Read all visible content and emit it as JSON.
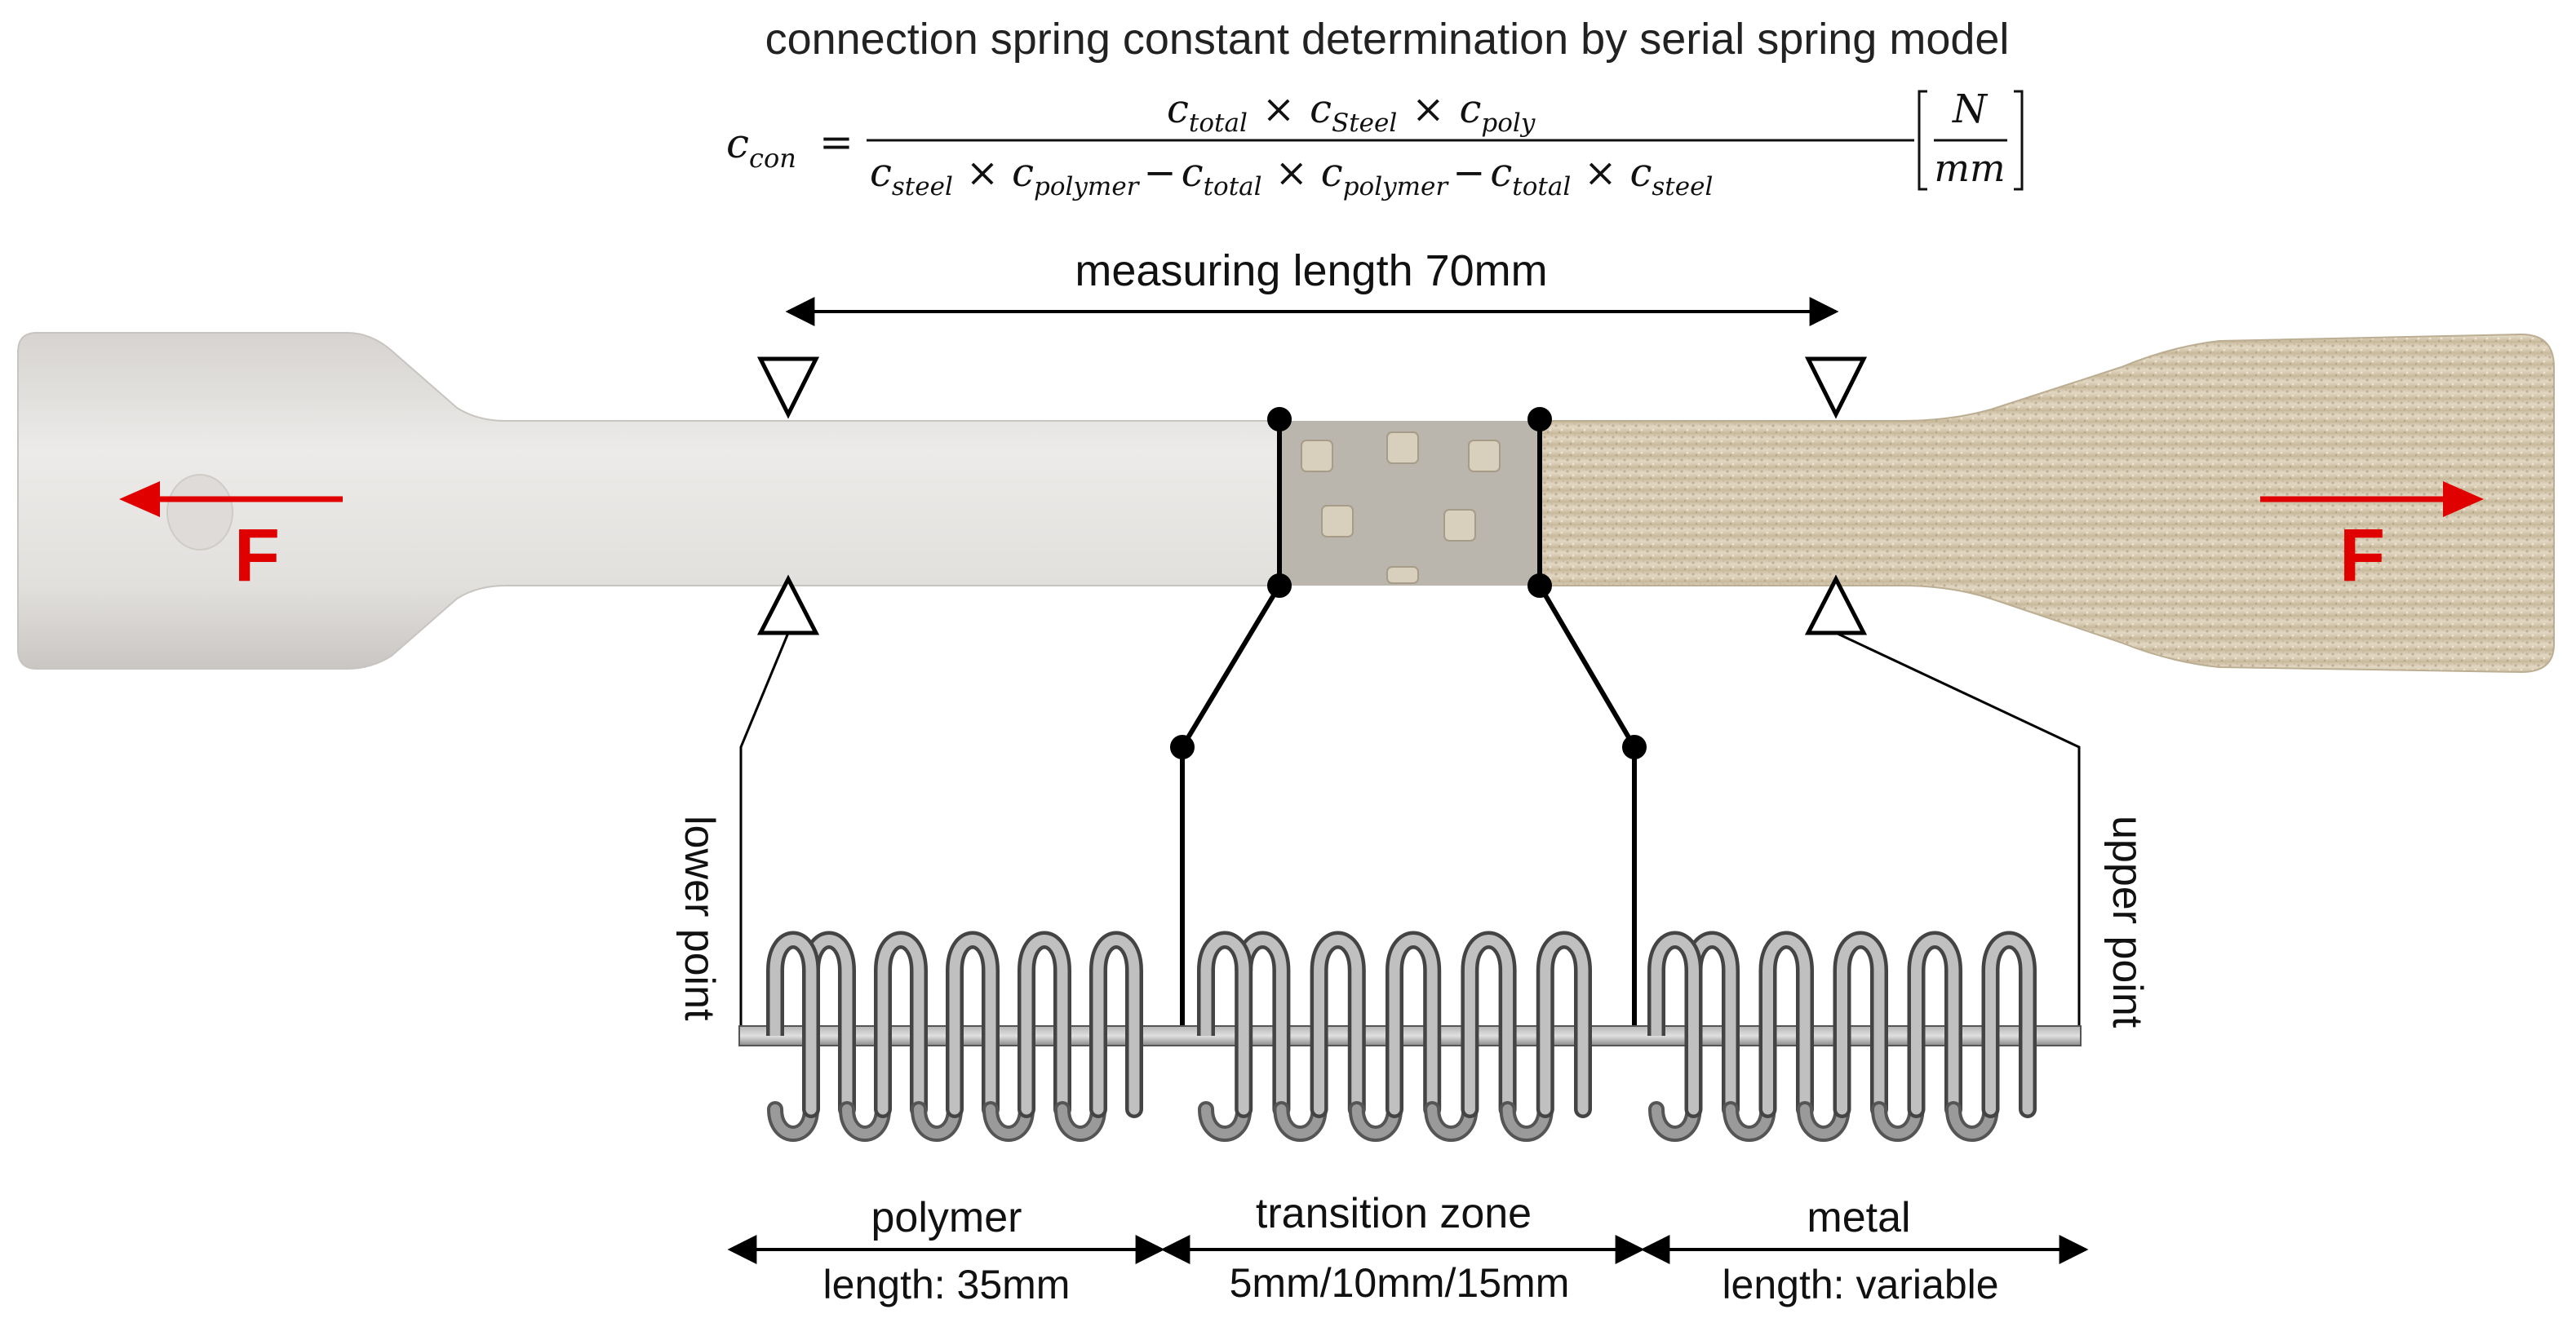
{
  "title": "connection spring constant determination by serial spring model",
  "formula": {
    "lhs_c": "c",
    "lhs_sub": "con",
    "equals": "=",
    "times": "×",
    "minus": "−",
    "numerator": [
      {
        "c": "c",
        "sub": "total"
      },
      {
        "c": "c",
        "sub": "Steel"
      },
      {
        "c": "c",
        "sub": "poly"
      }
    ],
    "denominator": [
      {
        "c": "c",
        "sub": "steel"
      },
      {
        "c": "c",
        "sub": "polymer"
      },
      {
        "c": "c",
        "sub": "total"
      },
      {
        "c": "c",
        "sub": "polymer"
      },
      {
        "c": "c",
        "sub": "total"
      },
      {
        "c": "c",
        "sub": "steel"
      }
    ],
    "unit_num": "N",
    "unit_den": "mm",
    "bracket_open": "[",
    "bracket_close": "]"
  },
  "measuring_label": "measuring length 70mm",
  "force_label": "F",
  "lower_point_label": "lower point",
  "upper_point_label": "upper point",
  "sections": {
    "polymer": {
      "name": "polymer",
      "length": "length: 35mm"
    },
    "transition": {
      "name": "transition zone",
      "length": "5mm/10mm/15mm"
    },
    "metal": {
      "name": "metal",
      "length": "length: variable"
    }
  },
  "colors": {
    "force_arrow": "#e00000",
    "polymer_body": "#e6e3e0",
    "metal_body": "#d9ccb3",
    "transition_body": "#bdb8b0",
    "spring": "#8c8c8c",
    "line": "#000000"
  }
}
